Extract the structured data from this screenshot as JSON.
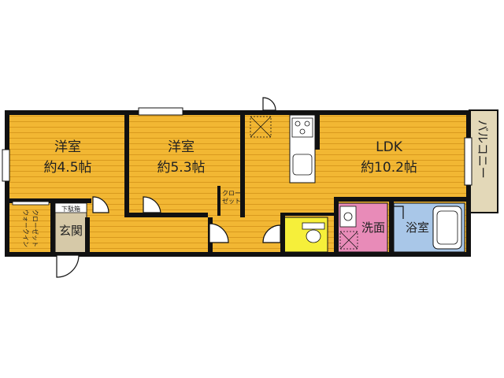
{
  "rooms": {
    "western1": {
      "name": "洋室",
      "size": "約4.5帖"
    },
    "western2": {
      "name": "洋室",
      "size": "約5.3帖"
    },
    "ldk": {
      "name": "LDK",
      "size": "約10.2帖"
    },
    "entrance": {
      "name": "玄関"
    },
    "washroom": {
      "name": "洗面"
    },
    "bathroom": {
      "name": "浴室"
    },
    "balcony": {
      "name": "バルコニー"
    },
    "wic": {
      "line1": "ウォークイン",
      "line2": "クローゼット"
    },
    "closet": {
      "line1": "クロー",
      "line2": "ゼット"
    },
    "shoe_box": {
      "name": "下駄箱"
    }
  },
  "colors": {
    "floor": "#F2B733",
    "stripe": "#D99A1E",
    "wall": "#111111",
    "toilet": "#F6EF3A",
    "washroom": "#E88BB8",
    "bathroom": "#A9C7E8",
    "entrance": "#D6C9A8",
    "balcony": "#E3D8B8"
  }
}
